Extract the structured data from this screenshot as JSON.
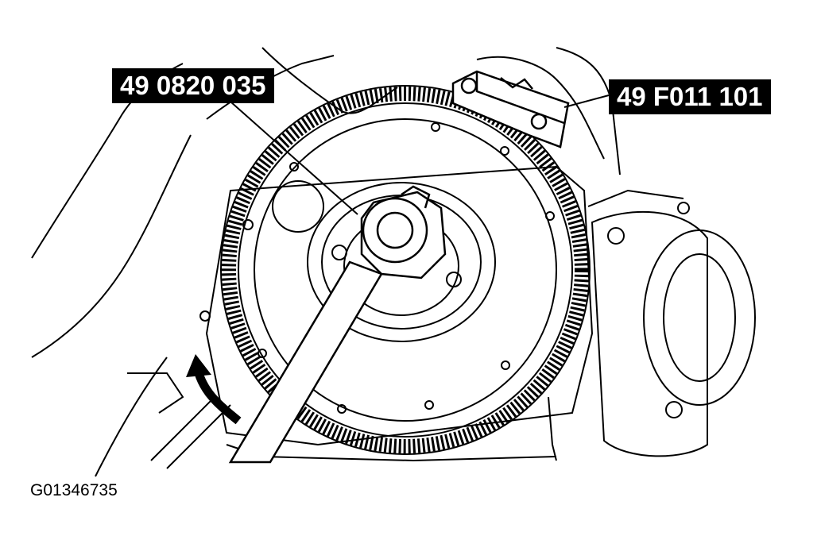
{
  "callouts": {
    "tool_a": "49 0820 035",
    "tool_b": "49 F011 101"
  },
  "figure_id": "G01346735",
  "colors": {
    "ink": "#000000",
    "paper": "#ffffff"
  }
}
